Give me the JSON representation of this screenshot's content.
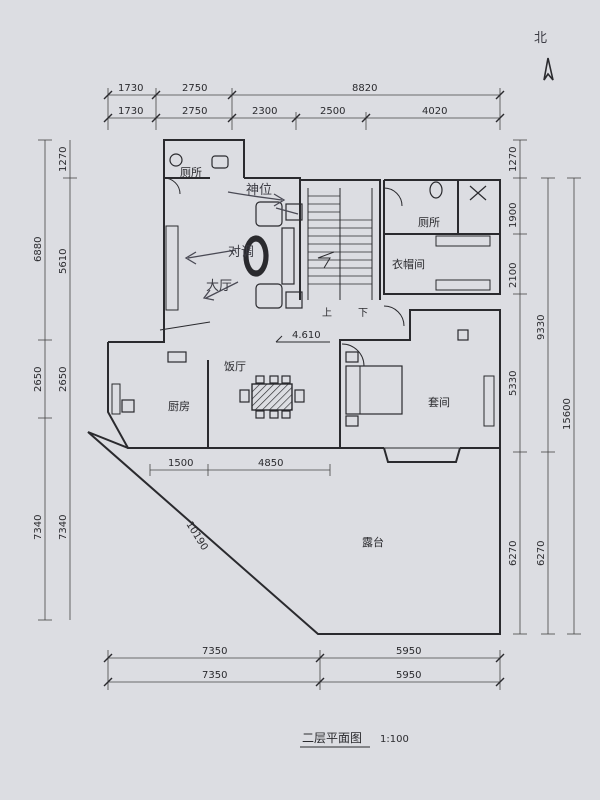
{
  "compass": {
    "label": "北"
  },
  "dimensions": {
    "top_row1": [
      "1730",
      "2750",
      "8820"
    ],
    "top_row2": [
      "1730",
      "2750",
      "2300",
      "2500",
      "4020"
    ],
    "left_outer": [
      "6880",
      "2650",
      "7340"
    ],
    "left_inner": [
      "1270",
      "5610",
      "2650",
      "7340"
    ],
    "right_inner": [
      "1270",
      "1900",
      "2100",
      "5330",
      "6270"
    ],
    "right_mid": [
      "9330",
      "6270"
    ],
    "right_outer": [
      "15600"
    ],
    "bottom_row1": [
      "7350",
      "5950"
    ],
    "bottom_row2": [
      "7350",
      "5950"
    ],
    "inner_horizontal": [
      "1500",
      "4850"
    ],
    "diagonal": "10190"
  },
  "rooms": {
    "toilet_left": "厕所",
    "shrine": "神位",
    "sofa_note": "对调",
    "living": "大厅",
    "dining": "饭厅",
    "kitchen": "厨房",
    "toilet_right": "厕所",
    "cloakroom": "衣帽间",
    "suite": "套间",
    "terrace": "露台"
  },
  "stairs": {
    "up": "上",
    "down": "下",
    "level": "4.610"
  },
  "title": {
    "name": "二层平面图",
    "scale": "1:100"
  },
  "colors": {
    "paper": "#dcdde2",
    "ink": "#2a2a2e",
    "pencil": "#4a4a55"
  }
}
